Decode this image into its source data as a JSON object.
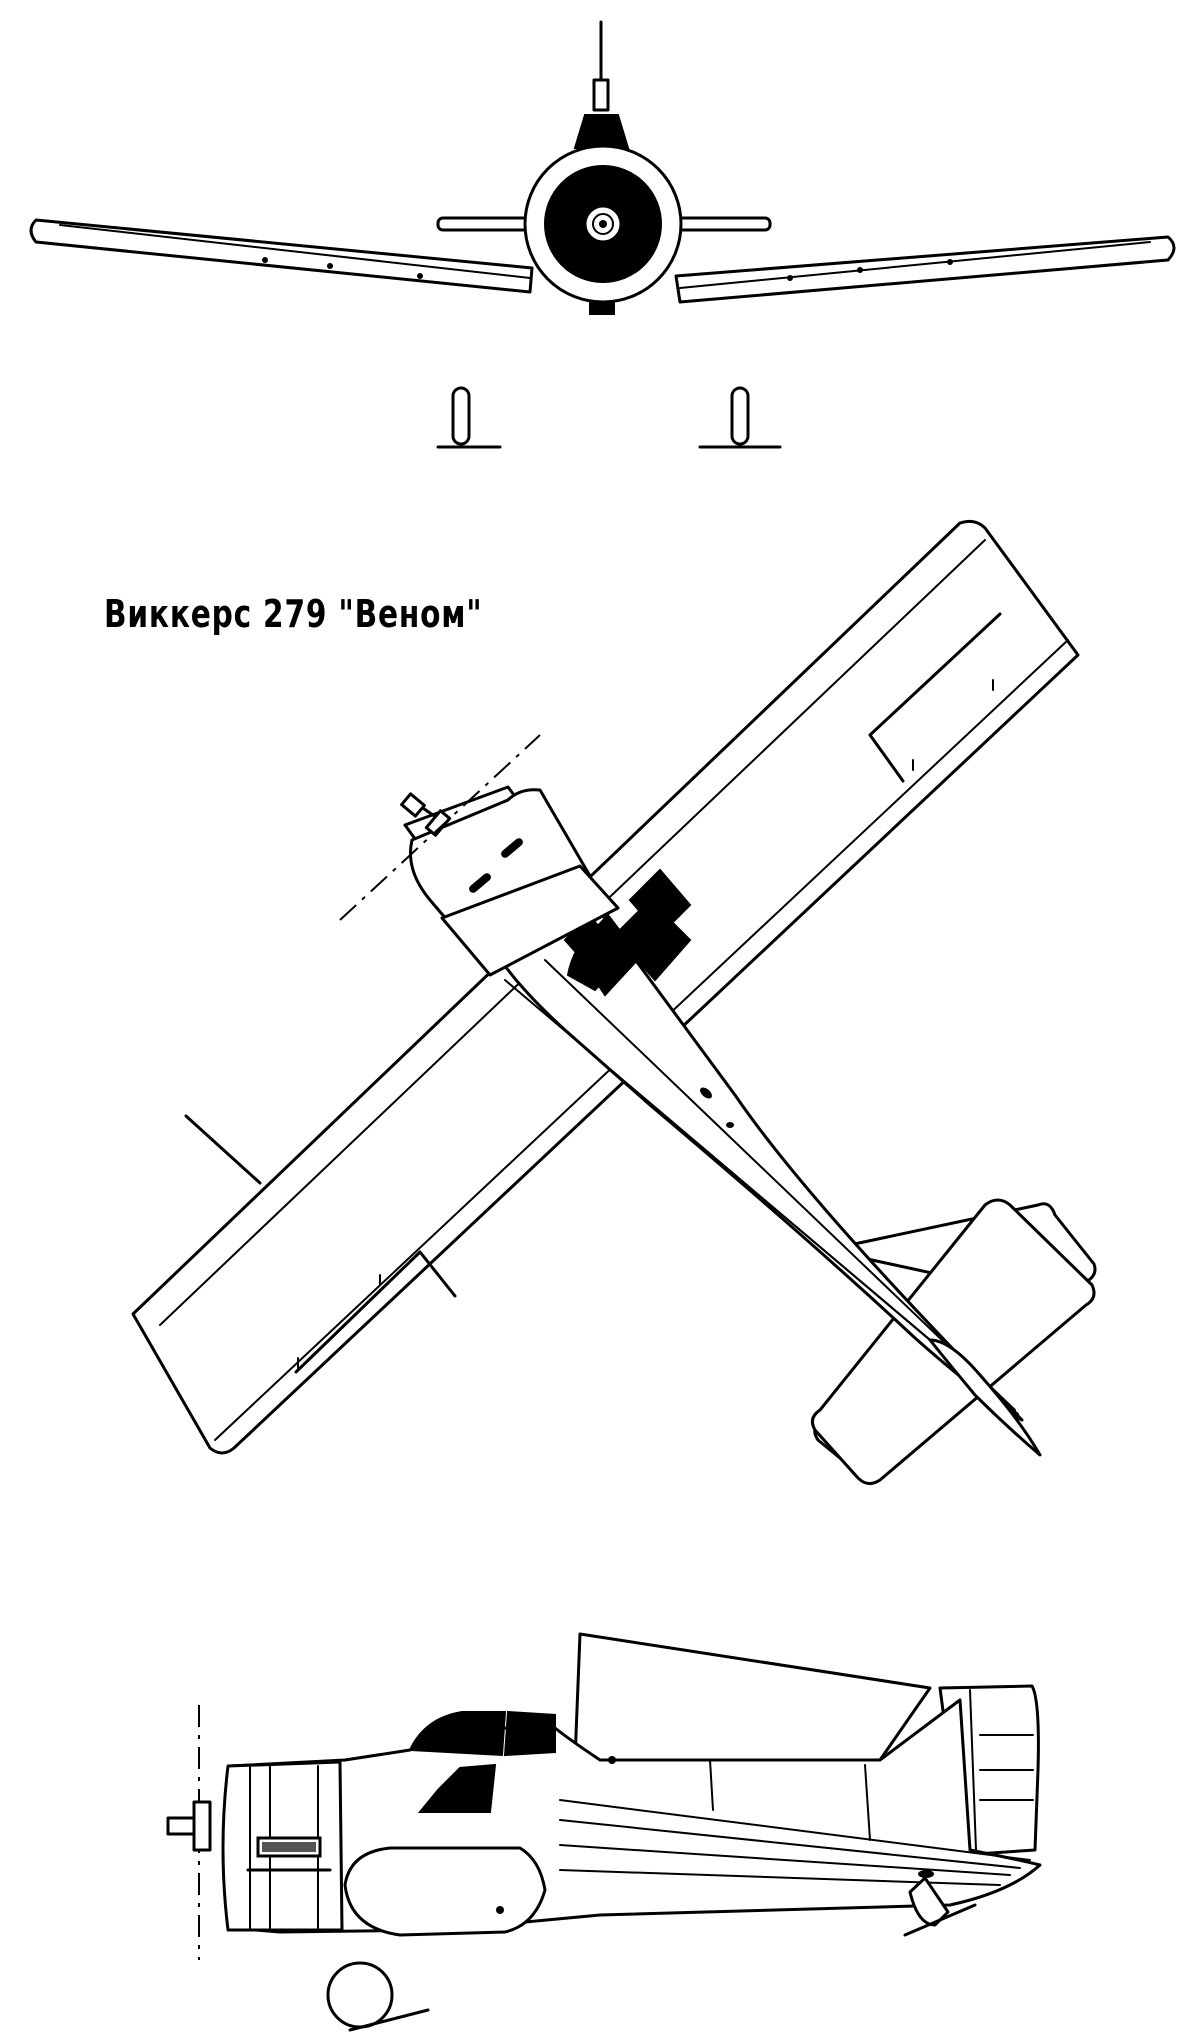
{
  "title": "Виккерс 279 \"Веном\"",
  "views": [
    "front-view",
    "top-view",
    "side-view"
  ]
}
